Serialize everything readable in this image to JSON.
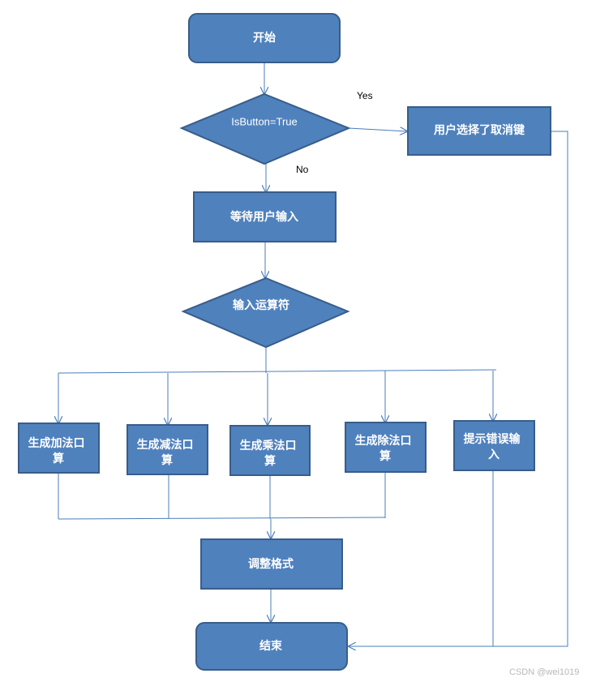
{
  "colors": {
    "node_fill": "#4f81bd",
    "node_stroke": "#385d8a",
    "connector": "#4a7ebb",
    "label_text": "#ffffff"
  },
  "nodes": {
    "start": "开始",
    "decision_button": "IsButton=True",
    "cancel": "用户选择了取消键",
    "wait_input": "等待用户输入",
    "decision_operator": "输入运算符",
    "add": [
      "生成加法口",
      "算"
    ],
    "subtract": [
      "生成减法口",
      "算"
    ],
    "multiply": [
      "生成乘法口",
      "算"
    ],
    "divide": [
      "生成除法口",
      "算"
    ],
    "error": [
      "提示错误输",
      "入"
    ],
    "format": "调整格式",
    "end": "结束"
  },
  "edge_labels": {
    "yes": "Yes",
    "no": "No"
  },
  "watermark": "CSDN @wei1019"
}
